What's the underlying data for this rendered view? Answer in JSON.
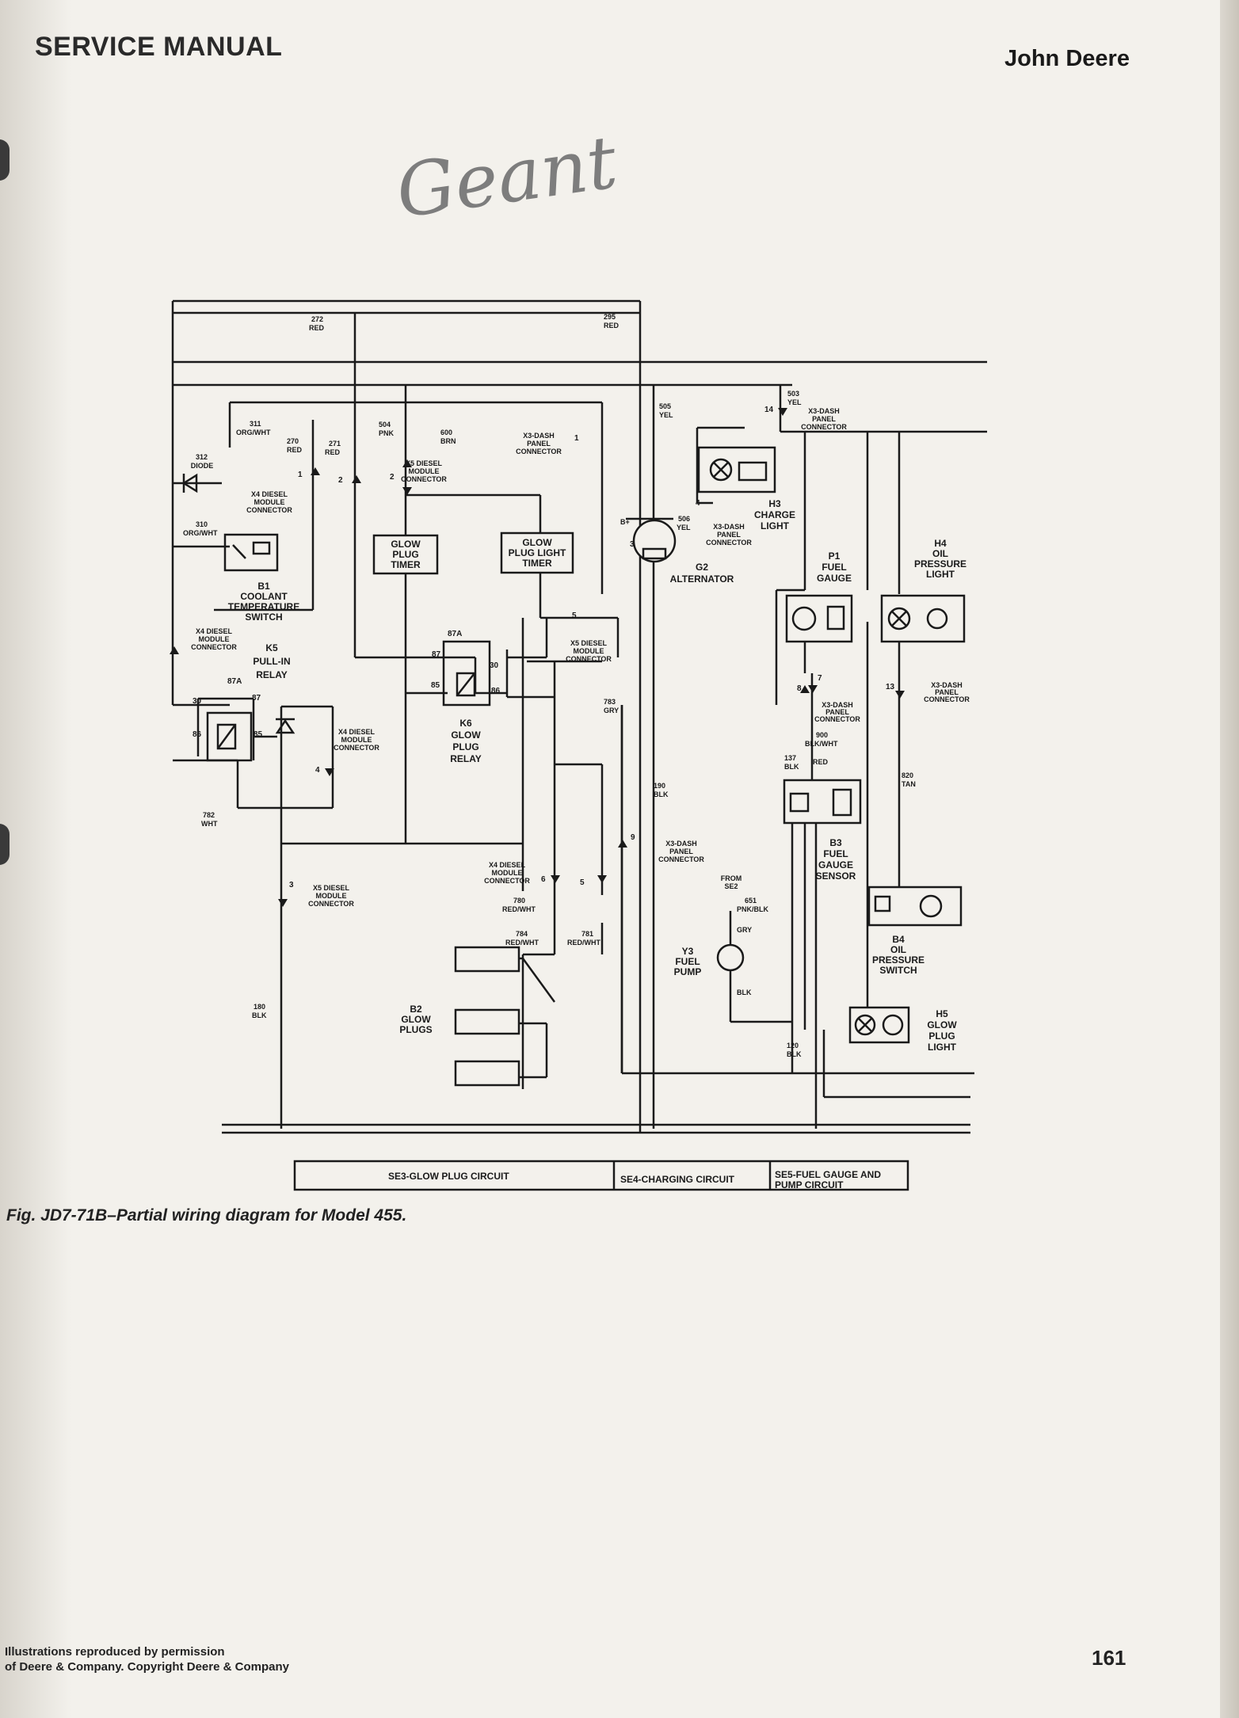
{
  "header": {
    "manual_title": "SERVICE MANUAL",
    "brand": "John Deere"
  },
  "handwritten_note": "Geant",
  "wires": {
    "w272": "272",
    "w272_color": "RED",
    "w295": "295",
    "w295_color": "RED",
    "w311": "311",
    "w311_color": "ORG/WHT",
    "w270": "270",
    "w270_color": "RED",
    "w271": "271",
    "w271_color": "RED",
    "w504": "504",
    "w504_color": "PNK",
    "w600": "600",
    "w600_color": "BRN",
    "w505": "505",
    "w505_color": "YEL",
    "w503": "503",
    "w503_color": "YEL",
    "w506": "506",
    "w506_color": "YEL",
    "w310": "310",
    "w310_color": "ORG/WHT",
    "w312": "312",
    "w782": "782",
    "w782_color": "WHT",
    "w783": "783",
    "w783_color": "GRY",
    "w190": "190",
    "w190_color": "BLK",
    "w780": "780",
    "w780_color": "RED/WHT",
    "w784": "784",
    "w784_color": "RED/WHT",
    "w781": "781",
    "w781_color": "RED/WHT",
    "w180": "180",
    "w180_color": "BLK",
    "w651": "651",
    "w651_color": "PNK/BLK",
    "gry": "GRY",
    "blk": "BLK",
    "w120": "120",
    "w120_color": "BLK",
    "w900": "900",
    "w900_color": "BLK/WHT",
    "w137": "137",
    "w137_color": "BLK",
    "red": "RED",
    "w820": "820",
    "w820_color": "TAN",
    "b_plus": "B+"
  },
  "pins": {
    "p1": "1",
    "p2": "2",
    "p2b": "2",
    "p1b": "1",
    "p3": "3",
    "p4": "4",
    "p4b": "4",
    "p5": "5",
    "p5b": "5",
    "p6": "6",
    "p9": "9",
    "p14": "14",
    "p13": "13",
    "p7": "7",
    "p8": "8",
    "p3b": "3",
    "r87a": "87A",
    "r87": "87",
    "r30": "30",
    "r86": "86",
    "r85": "85",
    "k87a": "87A",
    "k87": "87",
    "k30": "30",
    "k85": "85",
    "k86": "86"
  },
  "components": {
    "diode": "DIODE",
    "x4_a": [
      "X4 DIESEL",
      "MODULE",
      "CONNECTOR"
    ],
    "x4_b": [
      "X4 DIESEL",
      "MODULE",
      "CONNECTOR"
    ],
    "x4_c": [
      "X4 DIESEL",
      "MODULE",
      "CONNECTOR"
    ],
    "x4_d": [
      "X4 DIESEL",
      "MODULE",
      "CONNECTOR"
    ],
    "x5_a": [
      "X5 DIESEL",
      "MODULE",
      "CONNECTOR"
    ],
    "x5_b": [
      "X5 DIESEL",
      "MODULE",
      "CONNECTOR"
    ],
    "x5_c": [
      "X5 DIESEL",
      "MODULE",
      "CONNECTOR"
    ],
    "x3_a": [
      "X3-DASH",
      "PANEL",
      "CONNECTOR"
    ],
    "x3_b": [
      "X3-DASH",
      "PANEL",
      "CONNECTOR"
    ],
    "x3_c": [
      "X3-DASH",
      "PANEL",
      "CONNECTOR"
    ],
    "x3_d": [
      "X3-DASH",
      "PANEL",
      "CONNECTOR"
    ],
    "x3_e": [
      "X3-DASH",
      "PANEL",
      "CONNECTOR"
    ],
    "x3_f": [
      "X3-DASH",
      "PANEL",
      "CONNECTOR"
    ],
    "b1": [
      "B1",
      "COOLANT",
      "TEMPERATURE",
      "SWITCH"
    ],
    "k5": [
      "K5",
      "PULL-IN",
      "RELAY"
    ],
    "glow_plug_timer": [
      "GLOW",
      "PLUG",
      "TIMER"
    ],
    "glow_plug_light_timer": [
      "GLOW",
      "PLUG LIGHT",
      "TIMER"
    ],
    "k6": [
      "K6",
      "GLOW",
      "PLUG",
      "RELAY"
    ],
    "g2": [
      "G2",
      "ALTERNATOR"
    ],
    "h3": [
      "H3",
      "CHARGE",
      "LIGHT"
    ],
    "p1": [
      "P1",
      "FUEL",
      "GAUGE"
    ],
    "h4": [
      "H4",
      "OIL",
      "PRESSURE",
      "LIGHT"
    ],
    "b3": [
      "B3",
      "FUEL",
      "GAUGE",
      "SENSOR"
    ],
    "b4": [
      "B4",
      "OIL",
      "PRESSURE",
      "SWITCH"
    ],
    "h5": [
      "H5",
      "GLOW",
      "PLUG",
      "LIGHT"
    ],
    "y3": [
      "Y3",
      "FUEL",
      "PUMP"
    ],
    "b2": [
      "B2",
      "GLOW",
      "PLUGS"
    ],
    "from_se2": [
      "FROM",
      "SE2"
    ]
  },
  "circuits": {
    "se3": "SE3-GLOW PLUG CIRCUIT",
    "se4": "SE4-CHARGING CIRCUIT",
    "se5": [
      "SE5-FUEL GAUGE AND",
      "PUMP CIRCUIT"
    ]
  },
  "caption": "Fig. JD7-71B–Partial wiring diagram for Model 455.",
  "footer": {
    "credit_line1": "Illustrations reproduced by permission",
    "credit_line2": "of Deere & Company. Copyright Deere & Company",
    "page_number": "161"
  }
}
